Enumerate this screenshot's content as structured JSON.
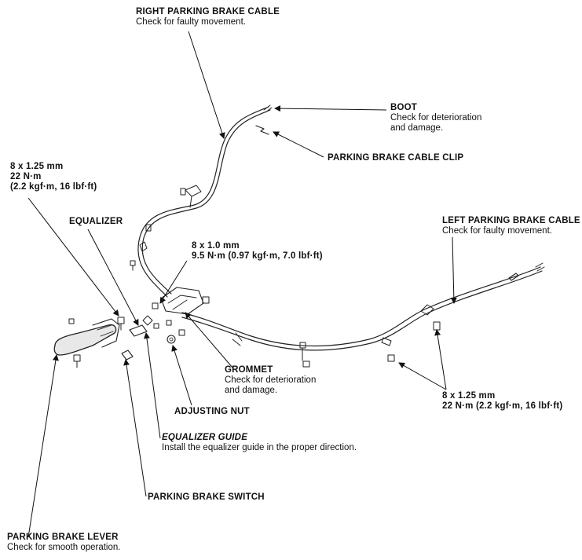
{
  "labels": {
    "right_cable": {
      "title": "RIGHT PARKING BRAKE CABLE",
      "note": "Check for faulty movement."
    },
    "boot": {
      "title": "BOOT",
      "note1": "Check for deterioration",
      "note2": "and damage."
    },
    "cable_clip": {
      "title": "PARKING BRAKE CABLE CLIP"
    },
    "bolt_left": {
      "l1": "8 x 1.25 mm",
      "l2": "22 N·m",
      "l3": "(2.2 kgf·m, 16 lbf·ft)"
    },
    "equalizer": {
      "title": "EQUALIZER"
    },
    "bolt_mid": {
      "l1": "8 x 1.0 mm",
      "l2": "9.5 N·m (0.97 kgf·m, 7.0 lbf·ft)"
    },
    "left_cable": {
      "title": "LEFT PARKING BRAKE CABLE",
      "note": "Check for faulty movement."
    },
    "grommet": {
      "title": "GROMMET",
      "note1": "Check for deterioration",
      "note2": "and damage."
    },
    "bolt_right": {
      "l1": "8 x 1.25 mm",
      "l2": "22 N·m (2.2 kgf·m, 16 lbf·ft)"
    },
    "adjusting_nut": {
      "title": "ADJUSTING NUT"
    },
    "equalizer_guide": {
      "title": "EQUALIZER GUIDE",
      "note": "Install the equalizer guide in the proper direction."
    },
    "brake_switch": {
      "title": "PARKING BRAKE SWITCH"
    },
    "brake_lever": {
      "title": "PARKING BRAKE LEVER",
      "note": "Check for smooth operation."
    }
  }
}
